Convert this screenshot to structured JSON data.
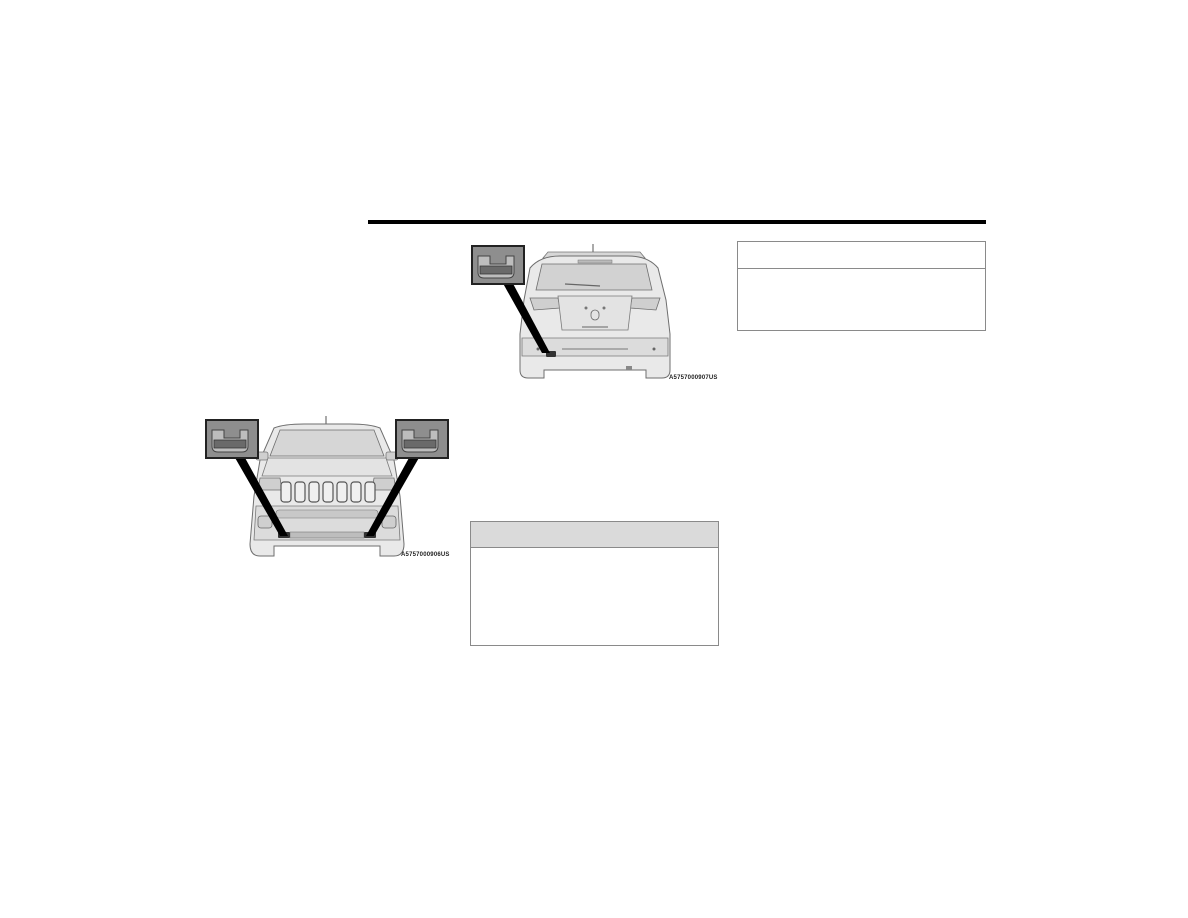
{
  "figures": {
    "front": {
      "code": "A5757000906US",
      "name": "front-tow-hooks-figure"
    },
    "rear": {
      "code": "A5757000907US",
      "name": "rear-tow-hook-figure"
    }
  },
  "boxes": {
    "right_box": {
      "title": ""
    },
    "center_box": {
      "title": ""
    }
  },
  "colors": {
    "rule": "#000000",
    "box_border": "#8a8a8a",
    "box_header_shaded": "#dadada",
    "callout": "#6e6e6e"
  }
}
